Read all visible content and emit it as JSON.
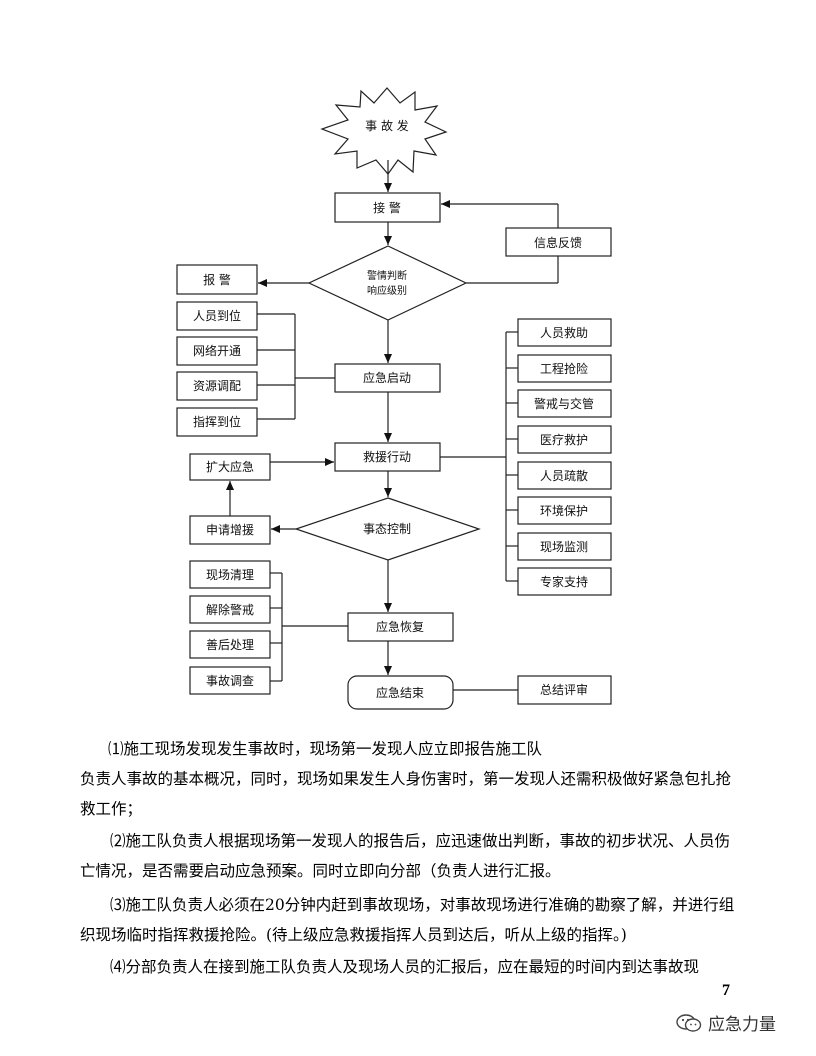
{
  "flowchart": {
    "start": "事 故 发",
    "receive_alarm": "接  警",
    "feedback": "信息反馈",
    "report": "报  警",
    "judge_line1": "警情判断",
    "judge_line2": "响应级别",
    "left_prep": [
      "人员到位",
      "网络开通",
      "资源调配",
      "指挥到位"
    ],
    "emergency_start": "应急启动",
    "rescue": "救援行动",
    "right_actions": [
      "人员救助",
      "工程抢险",
      "警戒与交管",
      "医疗救护",
      "人员疏散",
      "环境保护",
      "现场监测",
      "专家支持"
    ],
    "expand": "扩大应急",
    "request_support": "申请增援",
    "control": "事态控制",
    "left_recovery": [
      "现场清理",
      "解除警戒",
      "善后处理",
      "事故调查"
    ],
    "recovery": "应急恢复",
    "end": "应急结束",
    "summary": "总结评审"
  },
  "body": {
    "p1_line1": "⑴施工现场发现发生事故时，现场第一发现人应立即报告施工队",
    "p1_rest": "负责人事故的基本概况，同时，现场如果发生人身伤害时，第一发现人还需积极做好紧急包扎抢救工作；",
    "p2": "⑵施工队负责人根据现场第一发现人的报告后，应迅速做出判断，事故的初步状况、人员伤亡情况，是否需要启动应急预案。同时立即向分部（负责人进行汇报。",
    "p3": "⑶施工队负责人必须在20分钟内赶到事故现场，对事故现场进行准确的勘察了解，并进行组织现场临时指挥救援抢险。(待上级应急救援指挥人员到达后，听从上级的指挥。)",
    "p4": "⑷分部负责人在接到施工队负责人及现场人员的汇报后，应在最短的时间内到达事故现"
  },
  "page_number": "7",
  "watermark": {
    "text": "应急力量",
    "icon": "wechat-icon"
  }
}
